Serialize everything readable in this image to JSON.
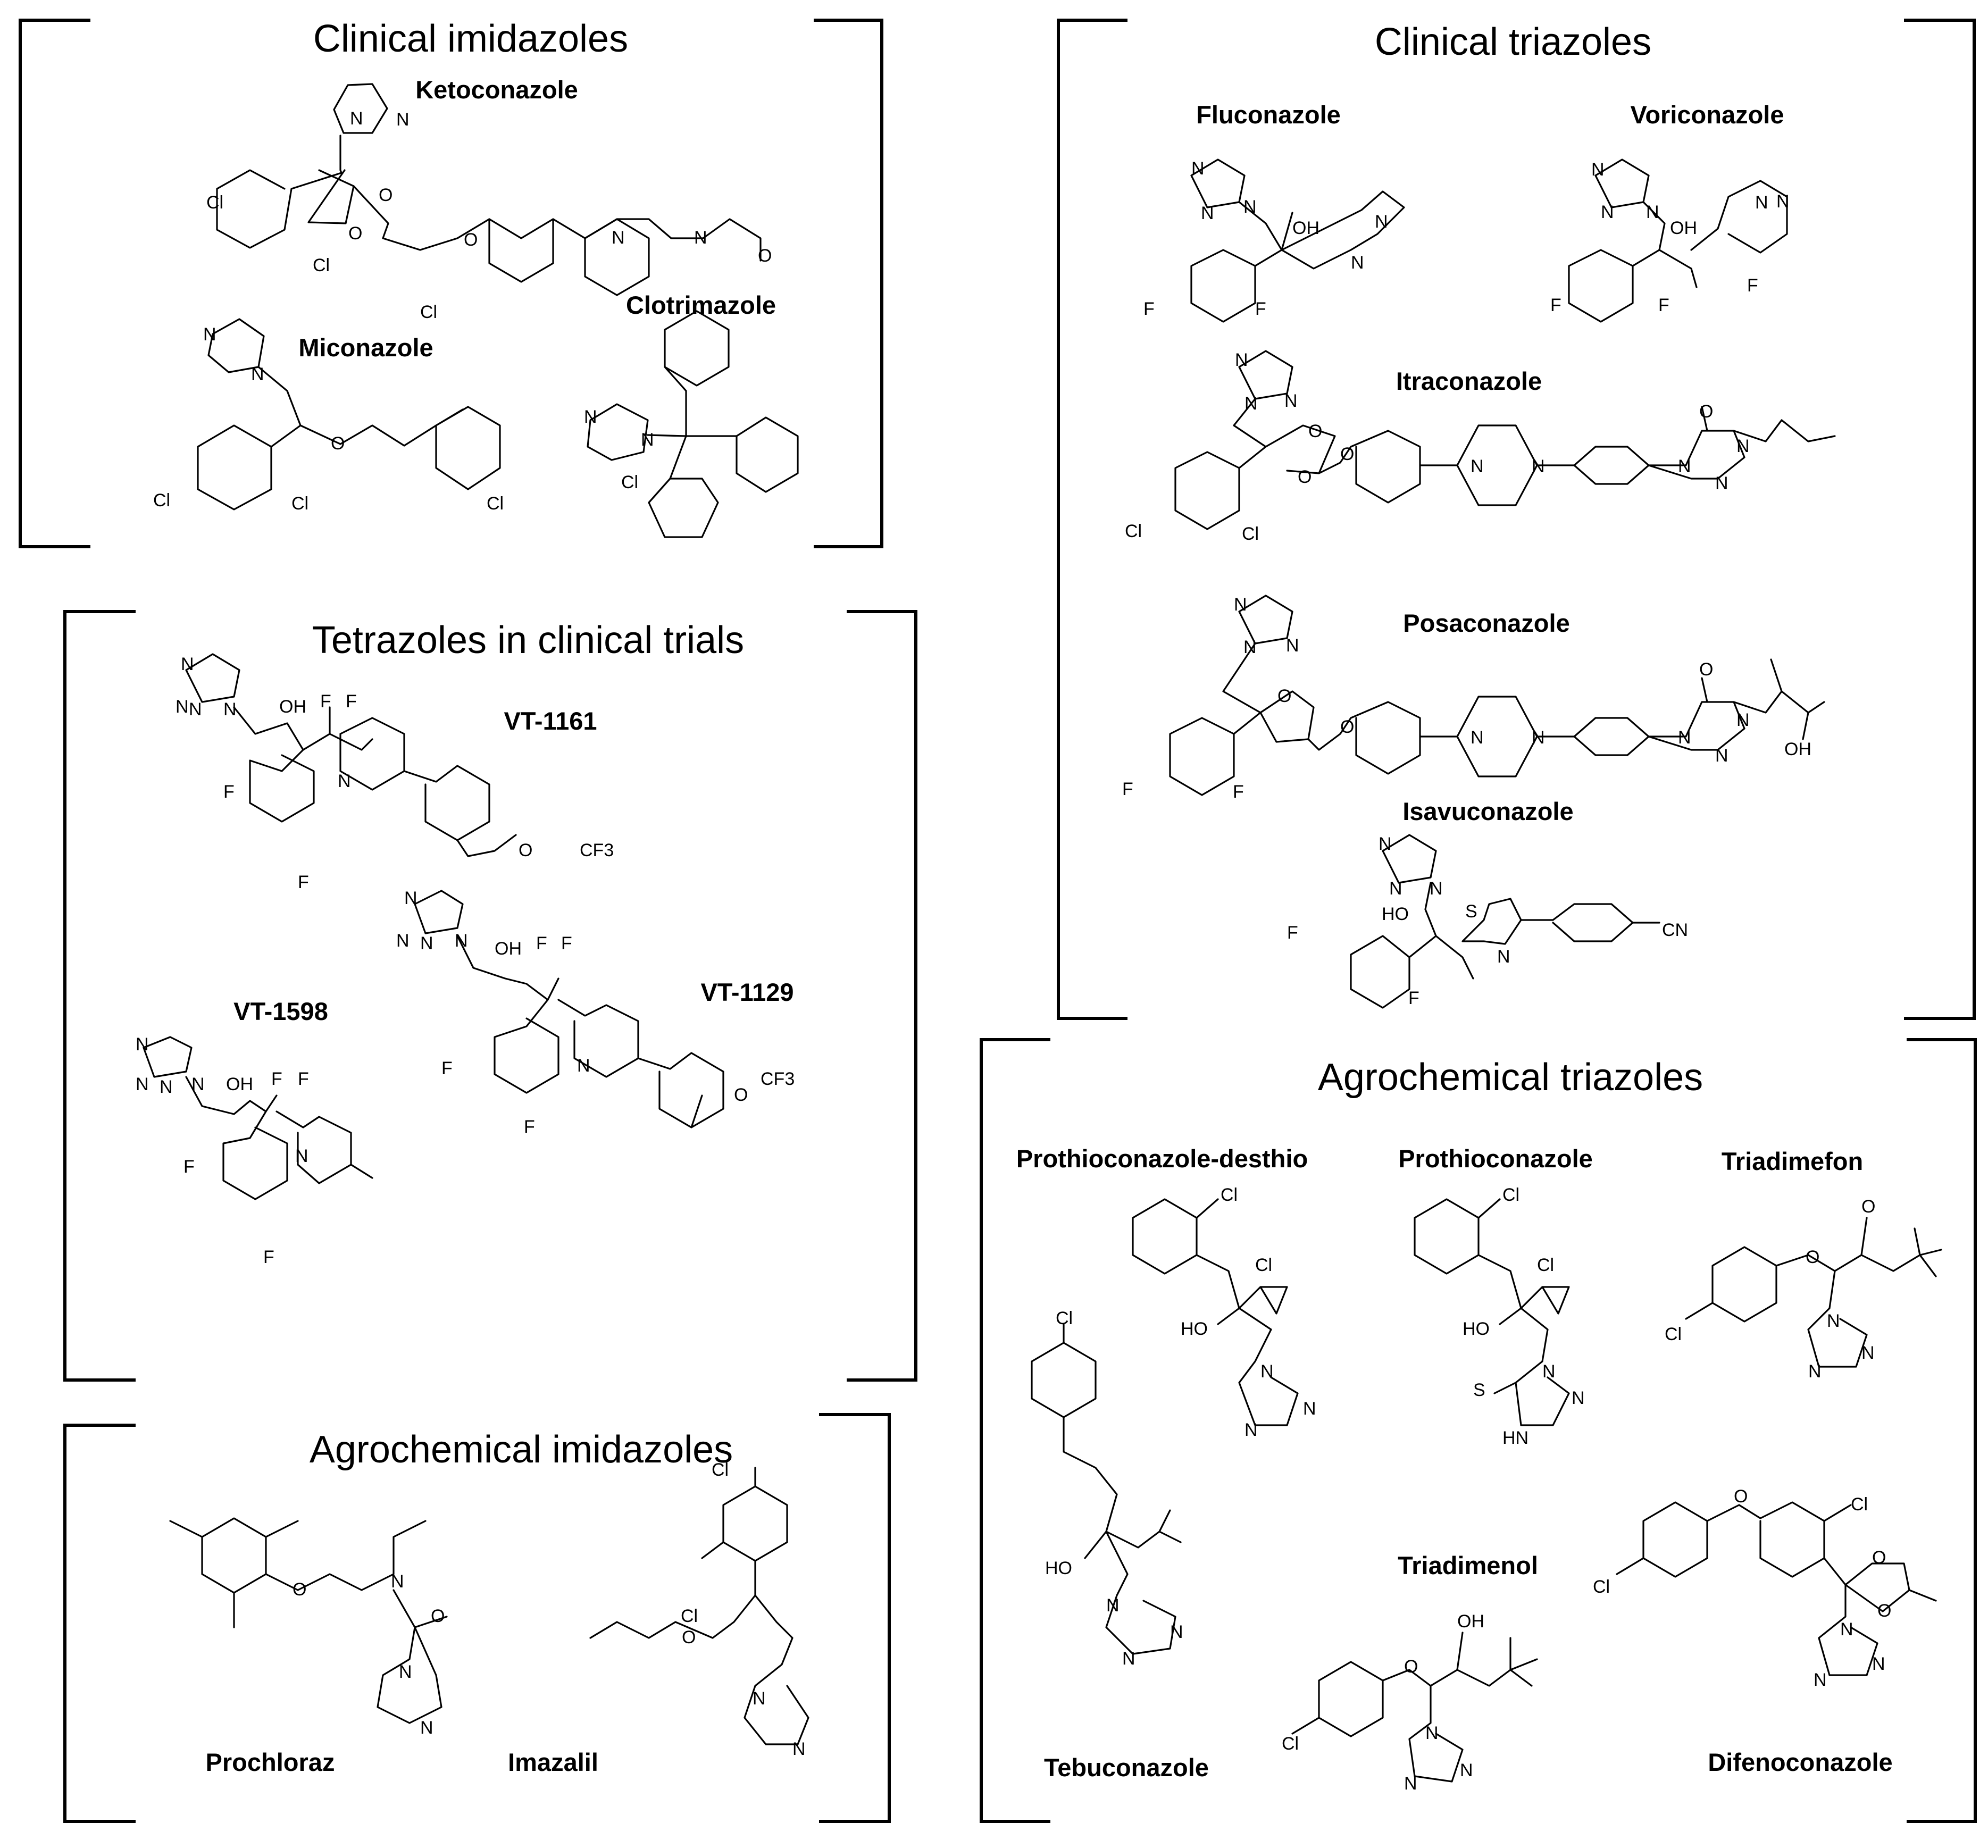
{
  "groups": {
    "clinical_imidazoles": {
      "title": "Clinical imidazoles",
      "compounds": [
        "Ketoconazole",
        "Miconazole",
        "Clotrimazole"
      ]
    },
    "clinical_triazoles": {
      "title": "Clinical triazoles",
      "compounds": [
        "Fluconazole",
        "Voriconazole",
        "Itraconazole",
        "Posaconazole",
        "Isavuconazole"
      ]
    },
    "tetrazoles": {
      "title": "Tetrazoles in clinical trials",
      "compounds": [
        "VT-1161",
        "VT-1598",
        "VT-1129"
      ]
    },
    "agrochemical_imidazoles": {
      "title": "Agrochemical imidazoles",
      "compounds": [
        "Prochloraz",
        "Imazalil"
      ]
    },
    "agrochemical_triazoles": {
      "title": "Agrochemical triazoles",
      "compounds": [
        "Prothioconazole-desthio",
        "Prothioconazole",
        "Triadimefon",
        "Tebuconazole",
        "Triadimenol",
        "Difenoconazole"
      ]
    }
  },
  "atoms": {
    "Cl": "Cl",
    "F": "F",
    "N": "N",
    "O": "O",
    "S": "S",
    "OH": "OH",
    "HO": "HO",
    "HN": "HN",
    "CN": "CN",
    "CF3": "CF3"
  }
}
